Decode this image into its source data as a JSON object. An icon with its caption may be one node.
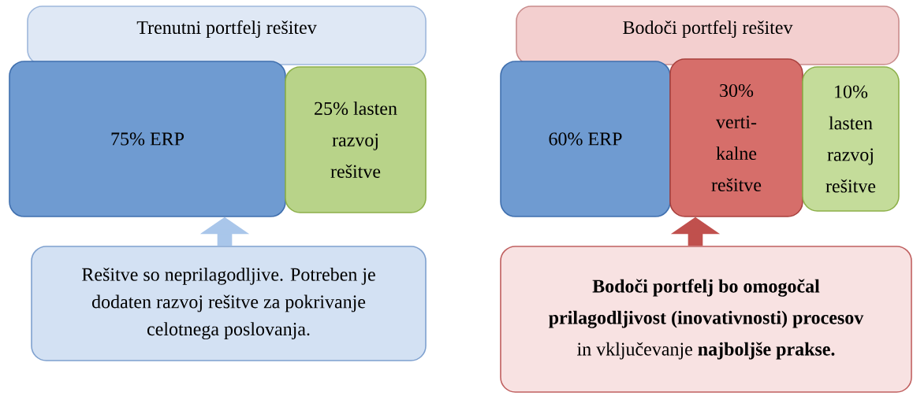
{
  "diagram": {
    "nodes": [
      {
        "text": [
          "Trenutni portfelj rešitev"
        ]
      },
      {
        "text": [
          "75% ERP"
        ]
      },
      {
        "text": [
          "25% lasten razvoj rešitve"
        ]
      },
      {
        "text": [
          "Rešitve so neprilagodljive. Potreben je dodaten razvoj rešitve za pokrivanje celotnega poslovanja."
        ]
      },
      {
        "text": [
          "Bodoči portfelj rešitev"
        ]
      },
      {
        "text": [
          "60% ERP"
        ]
      },
      {
        "text": [
          "30% verti-kalne rešitve"
        ]
      },
      {
        "text": [
          "10% lasten razvoj rešitve"
        ]
      },
      {
        "text": [
          "**Bodoči portfelj bo omogočal prilagodljivost (inovativnosti) procesov** in vključevanje **najboljše prakse.**"
        ]
      }
    ],
    "edges": [
      {
        "from": 3,
        "to": 1,
        "arrow": "to",
        "color": "#a9c6ea"
      },
      {
        "from": 8,
        "to": 6,
        "arrow": "to",
        "color": "#c0504d"
      }
    ]
  }
}
